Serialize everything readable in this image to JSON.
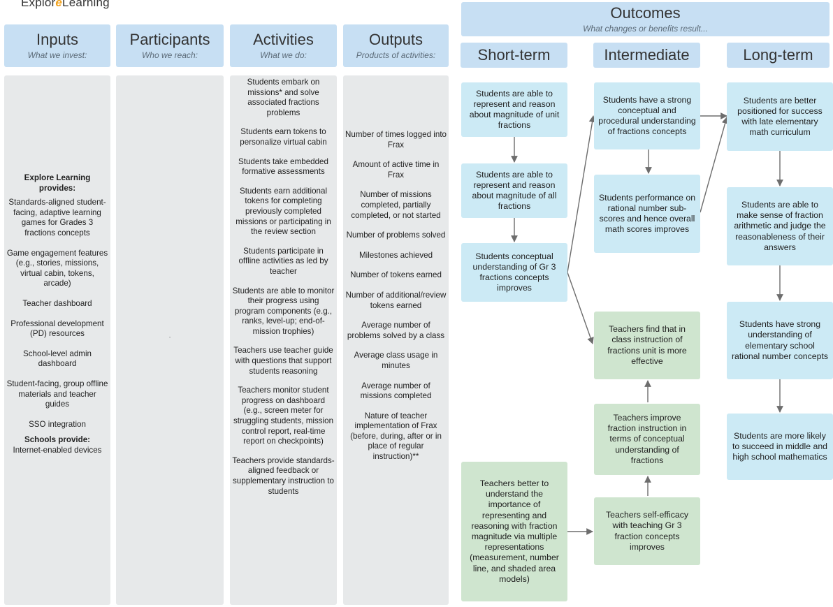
{
  "logo": {
    "prefix": "Explor",
    "mark": "e",
    "suffix": "Learning"
  },
  "headers": {
    "inputs": {
      "title": "Inputs",
      "subtitle": "What we invest:"
    },
    "participants": {
      "title": "Participants",
      "subtitle": "Who we reach:"
    },
    "activities": {
      "title": "Activities",
      "subtitle": "What we do:"
    },
    "outputs": {
      "title": "Outputs",
      "subtitle": "Products of activities:"
    },
    "outcomes": {
      "title": "Outcomes",
      "subtitle": "What changes or benefits result..."
    },
    "short_term": "Short-term",
    "intermediate": "Intermediate",
    "long_term": "Long-term"
  },
  "inputs": {
    "explore_heading": "Explore Learning provides:",
    "explore_items": [
      "Standards-aligned student-facing, adaptive learning games for Grades 3 fractions concepts",
      "Game engagement features (e.g., stories, missions, virtual cabin, tokens, arcade)",
      "Teacher dashboard",
      "Professional development (PD) resources",
      "School-level admin dashboard",
      "Student-facing, group offline materials and teacher guides",
      "SSO integration"
    ],
    "schools_heading": "Schools provide:",
    "schools_items": [
      "Internet-enabled devices"
    ]
  },
  "participants": {
    "mark": "·"
  },
  "activities": [
    "Students embark on missions* and solve associated fractions problems",
    "Students earn tokens to personalize virtual cabin",
    "Students take embedded formative assessments",
    "Students earn additional tokens for completing previously completed missions or participating in the review section",
    "Students participate in offline activities as led by teacher",
    "Students are able to monitor their progress using program components (e.g., ranks, level-up; end-of-mission trophies)",
    "Teachers use teacher guide with questions that support students reasoning",
    "Teachers monitor student progress on dashboard (e.g., screen meter for struggling students, mission control report, real-time report on checkpoints)",
    "Teachers provide standards-aligned feedback or supplementary instruction to students"
  ],
  "outputs": [
    "Number of times logged into Frax",
    "Amount of active time in Frax",
    "Number of missions completed, partially completed, or not started",
    "Number of problems solved",
    "Milestones achieved",
    "Number of tokens earned",
    "Number of additional/review tokens earned",
    "Average number of problems solved by a class",
    "Average class usage in minutes",
    "Average number of missions completed",
    "Nature of teacher implementation of Frax (before, during, after or in place of regular instruction)**"
  ],
  "short_term": {
    "s1": "Students are able to represent and reason about magnitude of unit fractions",
    "s2": "Students are able to represent and reason about magnitude of all fractions",
    "s3": "Students conceptual understanding of Gr 3 fractions concepts improves",
    "t1": "Teachers better to understand the importance of representing and reasoning with fraction magnitude via multiple representations (measurement, number line, and shaded area models)"
  },
  "intermediate": {
    "i1": "Students have a strong conceptual and procedural understanding of fractions concepts",
    "i2": "Students performance on rational number sub-scores and hence overall math scores improves",
    "t1": "Teachers find that in class instruction of fractions unit is more effective",
    "t2": "Teachers improve fraction instruction in terms of conceptual understanding of fractions",
    "t3": "Teachers self-efficacy with teaching Gr 3 fraction concepts improves"
  },
  "long_term": {
    "l1": "Students are better positioned for success with late elementary math curriculum",
    "l2": "Students are able to make sense of fraction arithmetic and judge the reasonableness of their answers",
    "l3": "Students have strong understanding of elementary school rational number concepts",
    "l4": "Students are more likely to succeed in middle and high school mathematics"
  },
  "colors": {
    "header": "#c7dff3",
    "column": "#e7e9ea",
    "student_box": "#cceaf5",
    "teacher_box": "#cfe5cf",
    "arrow": "#6d6d6d"
  }
}
